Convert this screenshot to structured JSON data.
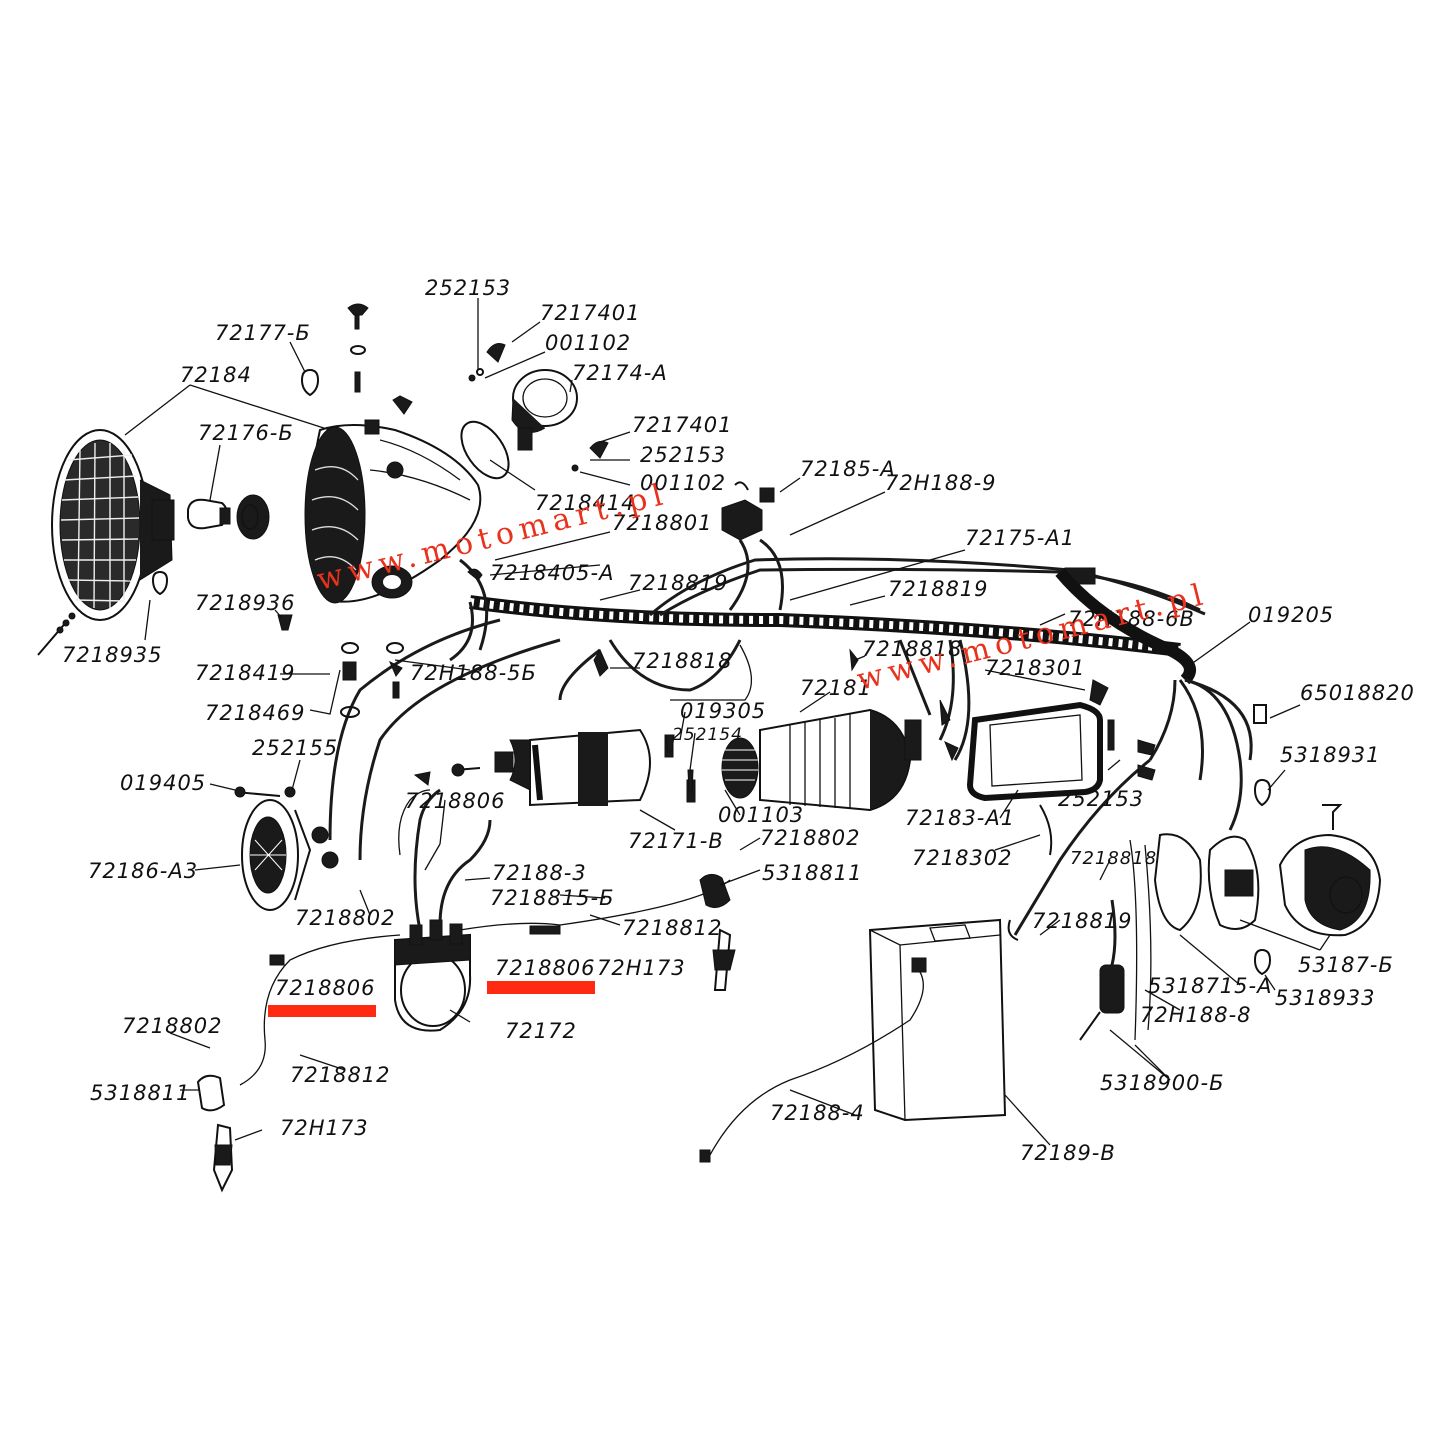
{
  "watermark": "www.motomart.pl",
  "highlight_color": "#ff2a12",
  "labels": {
    "l252153a": "252153",
    "l7217401a": "7217401",
    "l001102a": "001102",
    "l72174A": "72174-A",
    "l72177B": "72177-Б",
    "l72184": "72184",
    "l72176B": "72176-Б",
    "l7217401b": "7217401",
    "l252153b": "252153",
    "l001102b": "001102",
    "l72185A": "72185-A",
    "l72H1889": "72H188-9",
    "l7218414": "7218414",
    "l7218801": "7218801",
    "l7218405A": "7218405-A",
    "l72175A1": "72175-A1",
    "l7218819a": "7218819",
    "l7218819b": "7218819",
    "l72H1886B": "72H188-6B",
    "l019205": "019205",
    "l7218936": "7218936",
    "l7218935": "7218935",
    "l7218419": "7218419",
    "l72H1885B": "72H188-5Б",
    "l7218818a": "7218818",
    "l7218818b": "7218818",
    "l72181": "72181",
    "l7218301": "7218301",
    "l65018820": "65018820",
    "l7218469": "7218469",
    "l019305": "019305",
    "l252154": "252154",
    "l252155": "252155",
    "l5318931": "5318931",
    "l019405": "019405",
    "l7218806a": "7218806",
    "l001103": "001103",
    "l252153c": "252153",
    "l72183A1": "72183-A1",
    "l72171B": "72171-B",
    "l7218802a": "7218802",
    "l72186A3": "72186-A3",
    "l72188_3": "72188-3",
    "l5318811a": "5318811",
    "l7218302": "7218302",
    "l7218818c": "7218818",
    "l7218815B": "7218815-Б",
    "l7218802b": "7218802",
    "l7218812a": "7218812",
    "l7218819c": "7218819",
    "l7218806b": "7218806",
    "l72H173a": "72H173",
    "l7218806c": "7218806",
    "l53187B": "53187-Б",
    "l5318715A": "5318715-A",
    "l5318933": "5318933",
    "l72H1888": "72H188-8",
    "l7218802c": "7218802",
    "l72172": "72172",
    "l7218812b": "7218812",
    "l5318811b": "5318811",
    "l5318900B": "5318900-Б",
    "l72188_4": "72188-4",
    "l72H173b": "72H173",
    "l72189B": "72189-B"
  }
}
